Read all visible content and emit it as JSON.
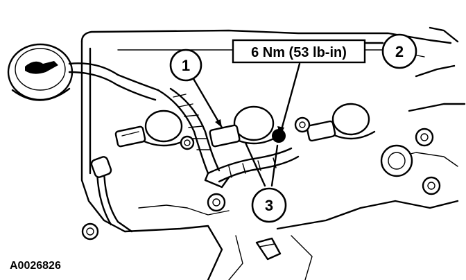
{
  "callouts": [
    {
      "id": "callout-1",
      "number": "1"
    },
    {
      "id": "callout-2",
      "number": "2"
    },
    {
      "id": "callout-3",
      "number": "3"
    }
  ],
  "torque_spec": "6 Nm (53 lb-in)",
  "figure_id": "A0026826"
}
